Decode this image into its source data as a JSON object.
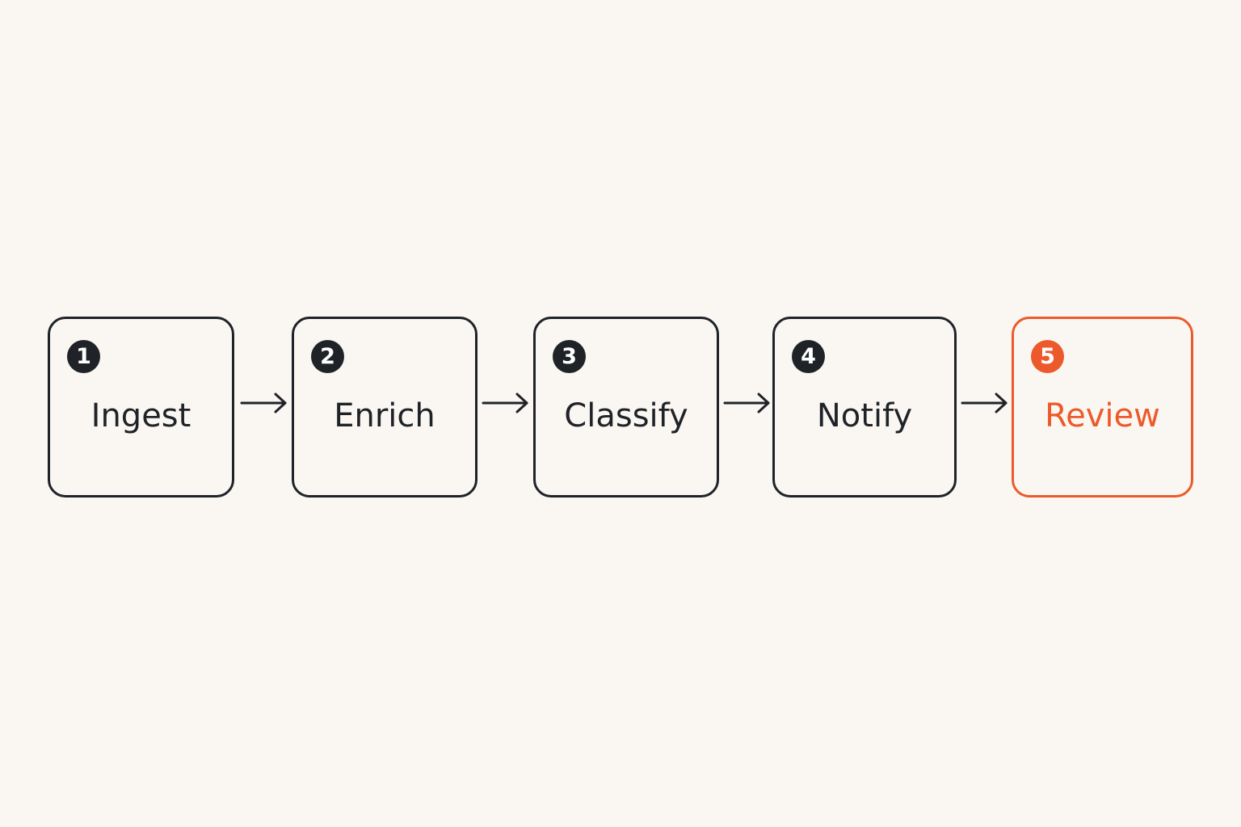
{
  "diagram": {
    "colors": {
      "background": "#faf7f2",
      "stroke": "#1f2328",
      "accent": "#ec5a2b"
    },
    "steps": [
      {
        "number": "1",
        "label": "Ingest"
      },
      {
        "number": "2",
        "label": "Enrich"
      },
      {
        "number": "3",
        "label": "Classify"
      },
      {
        "number": "4",
        "label": "Notify"
      },
      {
        "number": "5",
        "label": "Review",
        "highlighted": true
      }
    ]
  }
}
